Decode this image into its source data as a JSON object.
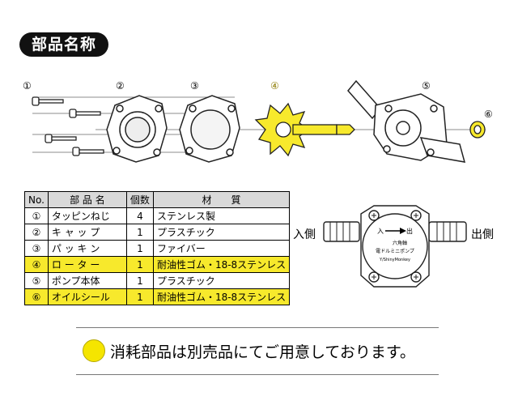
{
  "header": {
    "title": "部品名称"
  },
  "parts_numbers": [
    "①",
    "②",
    "③",
    "④",
    "⑤",
    "⑥"
  ],
  "table": {
    "headers": [
      "No.",
      "部 品 名",
      "個数",
      "材　　質"
    ],
    "rows": [
      {
        "no": "①",
        "name": "タッピンねじ",
        "qty": "4",
        "material": "ステンレス製",
        "highlight": false
      },
      {
        "no": "②",
        "name": "キ ャ ッ プ",
        "qty": "1",
        "material": "プラスチック",
        "highlight": false
      },
      {
        "no": "③",
        "name": "パ ッ キ ン",
        "qty": "1",
        "material": "ファイバー",
        "highlight": false
      },
      {
        "no": "④",
        "name": "ロ ー タ ー",
        "qty": "1",
        "material": "耐油性ゴム・18-8ステンレス",
        "highlight": true
      },
      {
        "no": "⑤",
        "name": "ポンプ本体",
        "qty": "1",
        "material": "プラスチック",
        "highlight": false
      },
      {
        "no": "⑥",
        "name": "オイルシール",
        "qty": "1",
        "material": "耐油性ゴム・18-8ステンレス",
        "highlight": true
      }
    ]
  },
  "pump_view": {
    "inlet_label": "入側",
    "outlet_label": "出側",
    "body_text": {
      "direction_in": "入",
      "direction_out": "出",
      "line1": "六角軸",
      "line2": "電ドルミニポンプ",
      "brand": "Y/ShinyMonkey"
    }
  },
  "note": {
    "text": "消耗部品は別売品にてご用意しております。"
  },
  "colors": {
    "highlight": "#f7e92c",
    "badge": "#111111"
  }
}
